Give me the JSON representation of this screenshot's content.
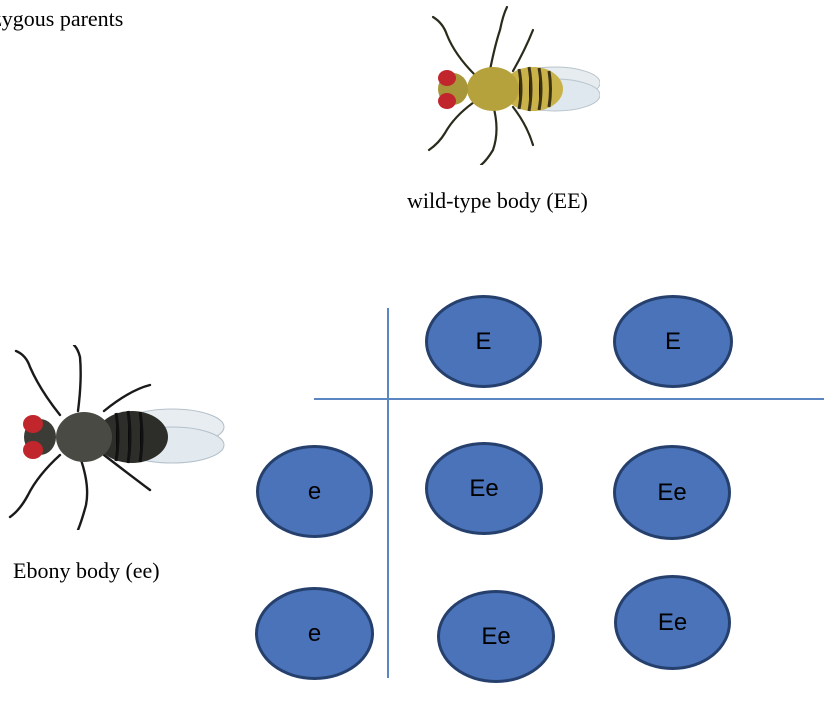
{
  "heading": "zygous parents",
  "parents": {
    "wild_type_caption": "wild-type body (EE)",
    "ebony_caption": "Ebony body (ee)"
  },
  "punnett": {
    "top_gametes": [
      "E",
      "E"
    ],
    "left_gametes": [
      "e",
      "e"
    ],
    "offspring": [
      [
        "Ee",
        "Ee"
      ],
      [
        "Ee",
        "Ee"
      ]
    ]
  },
  "colors": {
    "cell_fill": "#4b73b9",
    "cell_border": "#26406e",
    "grid_line": "#5b86c2"
  }
}
